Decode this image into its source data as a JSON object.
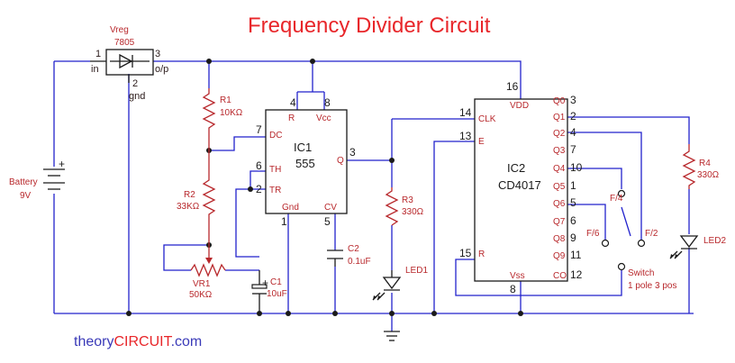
{
  "title": "Frequency Divider Circuit",
  "battery": {
    "label": "Battery",
    "value": "9V"
  },
  "vreg": {
    "name": "Vreg",
    "part": "7805",
    "pin_in_num": "1",
    "pin_in": "in",
    "pin_out_num": "3",
    "pin_out": "o/p",
    "pin_gnd_num": "2",
    "pin_gnd": "gnd"
  },
  "r1": {
    "name": "R1",
    "value": "10KΩ"
  },
  "r2": {
    "name": "R2",
    "value": "33KΩ"
  },
  "vr1": {
    "name": "VR1",
    "value": "50KΩ"
  },
  "c1": {
    "name": "C1",
    "value": "10uF"
  },
  "ic1": {
    "name": "IC1",
    "part": "555",
    "pins": {
      "r": "R",
      "vcc": "Vcc",
      "dc": "DC",
      "th": "TH",
      "tr": "TR",
      "q": "Q",
      "gnd": "Gnd",
      "cv": "CV"
    },
    "pin_nums": {
      "p4": "4",
      "p8": "8",
      "p7": "7",
      "p6": "6",
      "p2": "2",
      "p3": "3",
      "p1": "1",
      "p5": "5"
    }
  },
  "c2": {
    "name": "C2",
    "value": "0.1uF"
  },
  "r3": {
    "name": "R3",
    "value": "330Ω"
  },
  "led1": {
    "name": "LED1"
  },
  "ic2": {
    "name": "IC2",
    "part": "CD4017",
    "pins": {
      "vdd": "VDD",
      "clk": "CLK",
      "e": "E",
      "r": "R",
      "vss": "Vss",
      "co": "CO"
    },
    "outputs": [
      "Q0",
      "Q1",
      "Q2",
      "Q3",
      "Q4",
      "Q5",
      "Q6",
      "Q7",
      "Q8",
      "Q9"
    ],
    "out_pins": [
      "3",
      "2",
      "4",
      "7",
      "10",
      "1",
      "5",
      "6",
      "9",
      "11"
    ],
    "pin_nums": {
      "p16": "16",
      "p14": "14",
      "p13": "13",
      "p15": "15",
      "p8": "8",
      "p12": "12"
    }
  },
  "switch": {
    "f4": "F/4",
    "f6": "F/6",
    "f2": "F/2",
    "name": "Switch",
    "type": "1 pole 3 pos"
  },
  "r4": {
    "name": "R4",
    "value": "330Ω"
  },
  "led2": {
    "name": "LED2"
  },
  "brand": {
    "part1": "theory",
    "part2": "CIRCUIT",
    "part3": ".com"
  },
  "colors": {
    "title": "#e8262a",
    "wire": "#2222cc",
    "label": "#b8282c",
    "brand": "#3a3ab8"
  }
}
